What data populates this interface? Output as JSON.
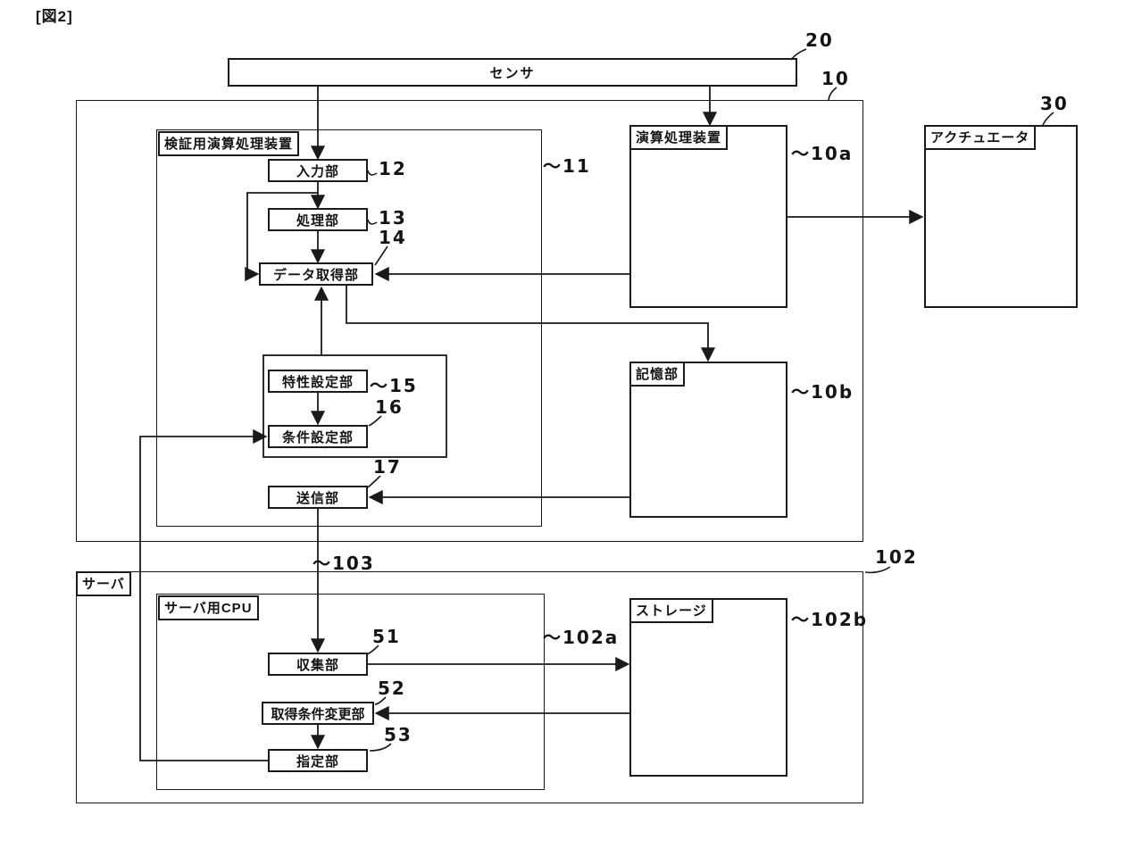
{
  "figure": {
    "label": "[図2]"
  },
  "nodes": {
    "sensor": {
      "label": "センサ",
      "ref": "20"
    },
    "device": {
      "ref": "10"
    },
    "verification_unit": {
      "label": "検証用演算処理装置",
      "ref": "〜11"
    },
    "input": {
      "label": "入力部",
      "ref": "12"
    },
    "processing": {
      "label": "処理部",
      "ref": "13"
    },
    "data_acquisition": {
      "label": "データ取得部",
      "ref": "14"
    },
    "characteristic_setting": {
      "label": "特性設定部",
      "ref": "〜15"
    },
    "condition_setting": {
      "label": "条件設定部",
      "ref": "16"
    },
    "transmission": {
      "label": "送信部",
      "ref": "17"
    },
    "arithmetic_processing": {
      "label": "演算処理装置",
      "ref": "〜10a"
    },
    "memory": {
      "label": "記憶部",
      "ref": "〜10b"
    },
    "actuator": {
      "label": "アクチュエータ",
      "ref": "30"
    },
    "server": {
      "label": "サーバ",
      "ref": "102"
    },
    "server_cpu": {
      "label": "サーバ用CPU",
      "ref": "〜102a"
    },
    "storage": {
      "label": "ストレージ",
      "ref": "〜102b"
    },
    "collection": {
      "label": "収集部",
      "ref": "51"
    },
    "acquisition_condition_change": {
      "label": "取得条件変更部",
      "ref": "52"
    },
    "designation": {
      "label": "指定部",
      "ref": "53"
    },
    "connection": {
      "ref": "〜103"
    }
  }
}
